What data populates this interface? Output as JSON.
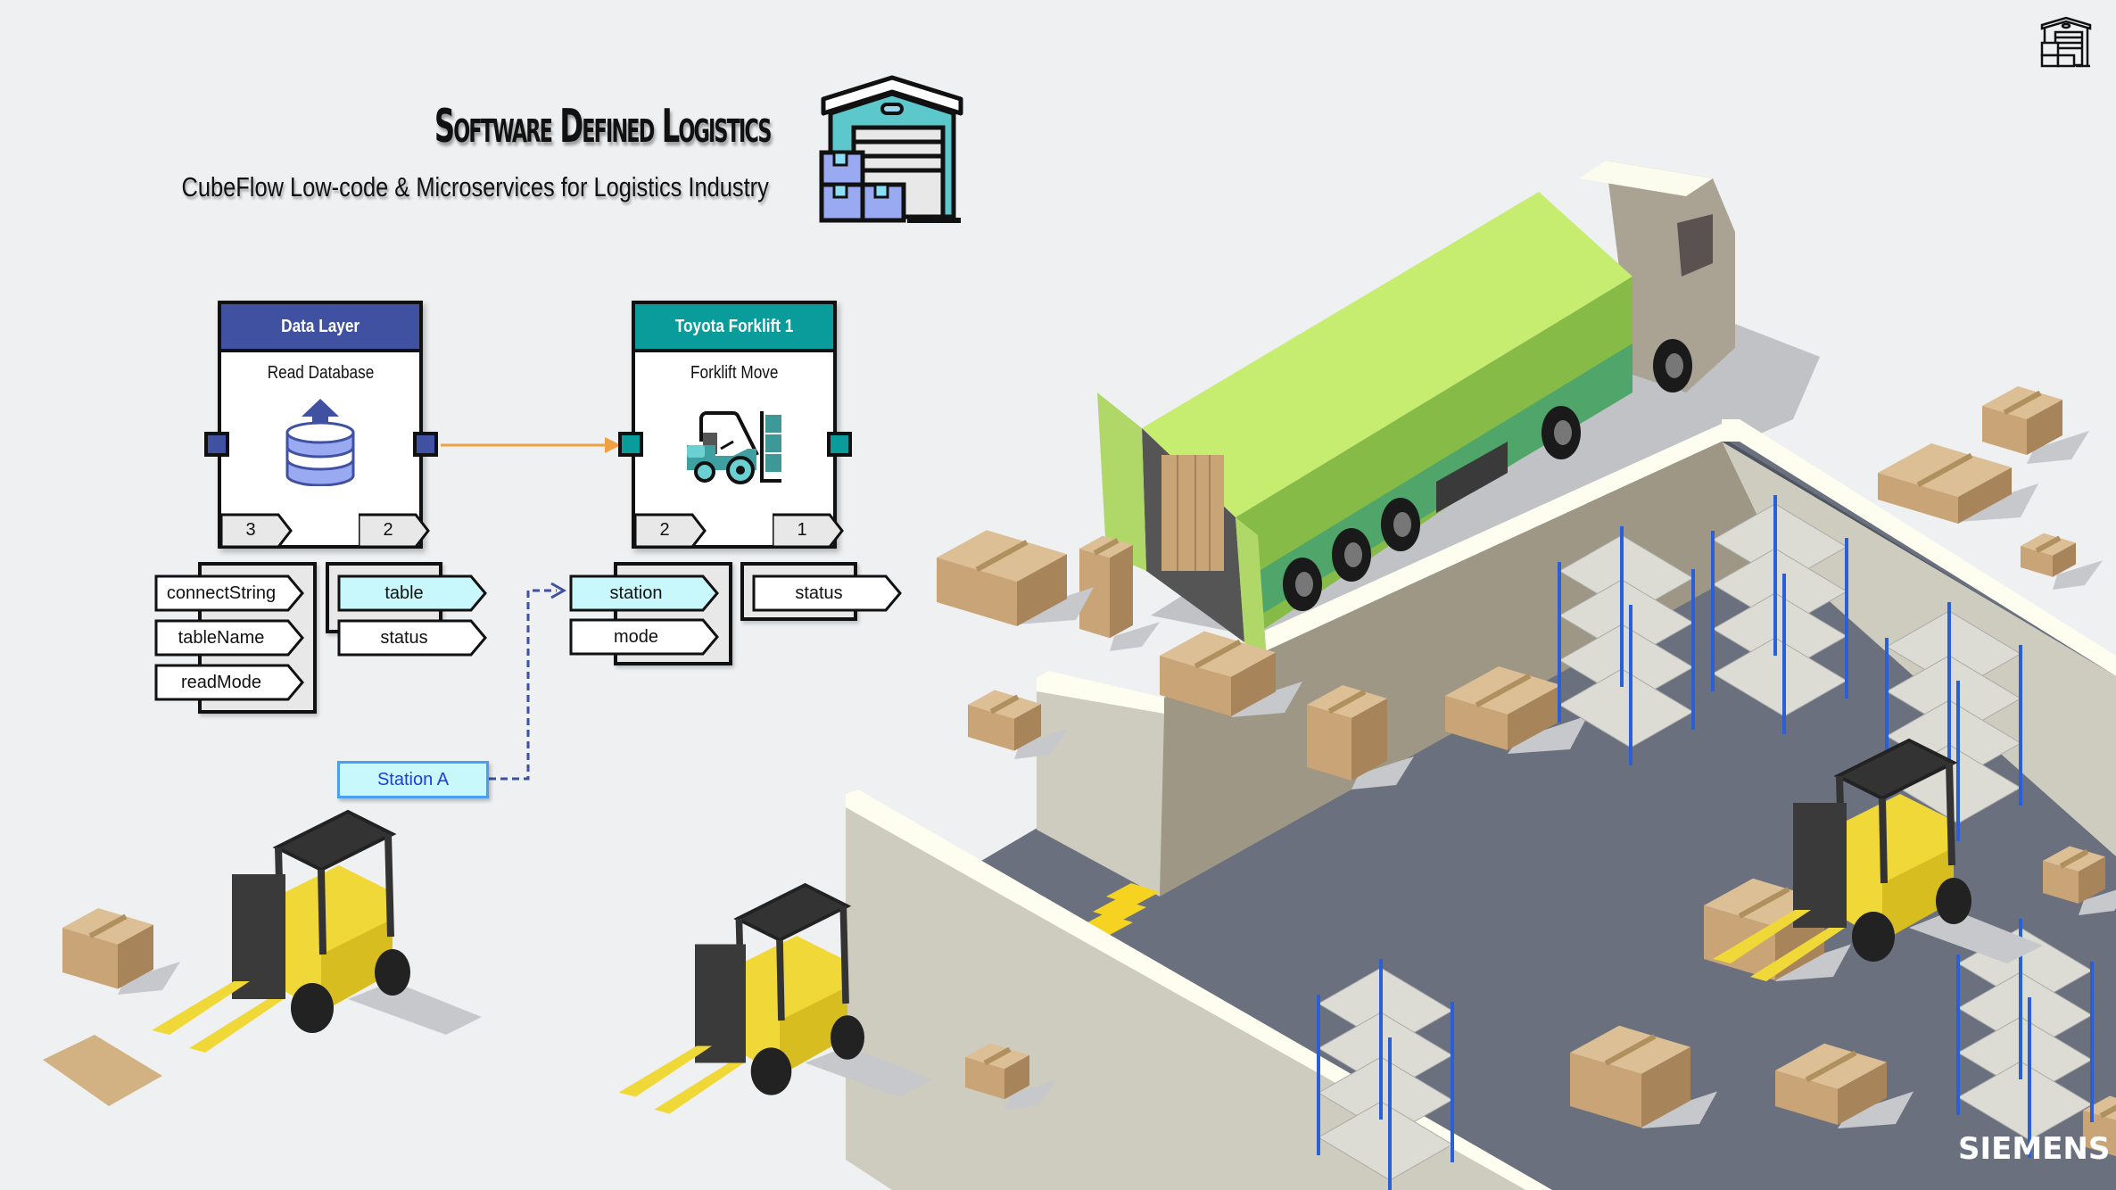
{
  "header": {
    "title": "Software Defined Logistics",
    "subtitle": "CubeFlow Low-code & Microservices for Logistics Industry",
    "logo_icon": "warehouse-icon",
    "corner_icon": "warehouse-outline-icon"
  },
  "colors": {
    "background": "#eef0f2",
    "data_layer_header": "#3f51a0",
    "forklift_header": "#0a9b9b",
    "connection_line": "#f0a040",
    "binding_line": "#3f51a0",
    "highlight_param": "#c8f8fc",
    "station_text": "#1e3ee0",
    "floor": "#6a707e",
    "truck_green": "#8ec24a"
  },
  "nodes": [
    {
      "id": "data-layer",
      "header": "Data Layer",
      "title": "Read Database",
      "icon": "database-upload-icon",
      "input_count": "3",
      "output_count": "2",
      "inputs": [
        "connectString",
        "tableName",
        "readMode"
      ],
      "outputs": [
        "table",
        "status"
      ],
      "highlighted_outputs": [
        "table"
      ]
    },
    {
      "id": "toyota-forklift-1",
      "header": "Toyota Forklift 1",
      "title": "Forklift Move",
      "icon": "forklift-icon",
      "input_count": "2",
      "output_count": "1",
      "inputs": [
        "station",
        "mode"
      ],
      "outputs": [
        "status"
      ],
      "highlighted_inputs": [
        "station"
      ]
    }
  ],
  "connections": [
    {
      "from": "data-layer.out",
      "to": "toyota-forklift-1.in",
      "style": "solid"
    },
    {
      "from": "station-a",
      "to": "toyota-forklift-1.station",
      "style": "dashed"
    }
  ],
  "constant_node": {
    "label": "Station A"
  },
  "brand": {
    "name": "SIEMENS"
  }
}
